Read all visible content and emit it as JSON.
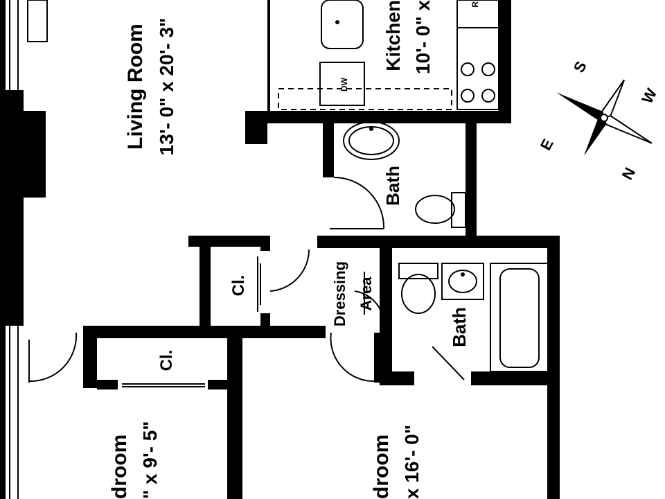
{
  "colors": {
    "wall": "#000000",
    "background": "#ffffff"
  },
  "rooms": {
    "living_room": {
      "name": "Living Room",
      "dims": "13'- 0\" x 20'- 3\""
    },
    "kitchen": {
      "name": "Kitchen",
      "dims": "10'- 0\" x"
    },
    "bath_upper": {
      "name": "Bath"
    },
    "bath_lower": {
      "name": "Bath"
    },
    "dressing_area": {
      "line1": "Dressing",
      "line2": "Area"
    },
    "closet_hall": {
      "name": "Cl."
    },
    "closet_bedroom": {
      "name": "Cl."
    },
    "bedroom_left": {
      "name": "droom",
      "dims": "\" x 9'- 5\""
    },
    "bedroom_right": {
      "name": "droom",
      "dims": "x 16'- 0\""
    }
  },
  "appliances": {
    "dishwasher": "DW",
    "refrigerator": "R"
  },
  "compass": {
    "north": "N",
    "south": "S",
    "east": "E",
    "west": "W"
  }
}
